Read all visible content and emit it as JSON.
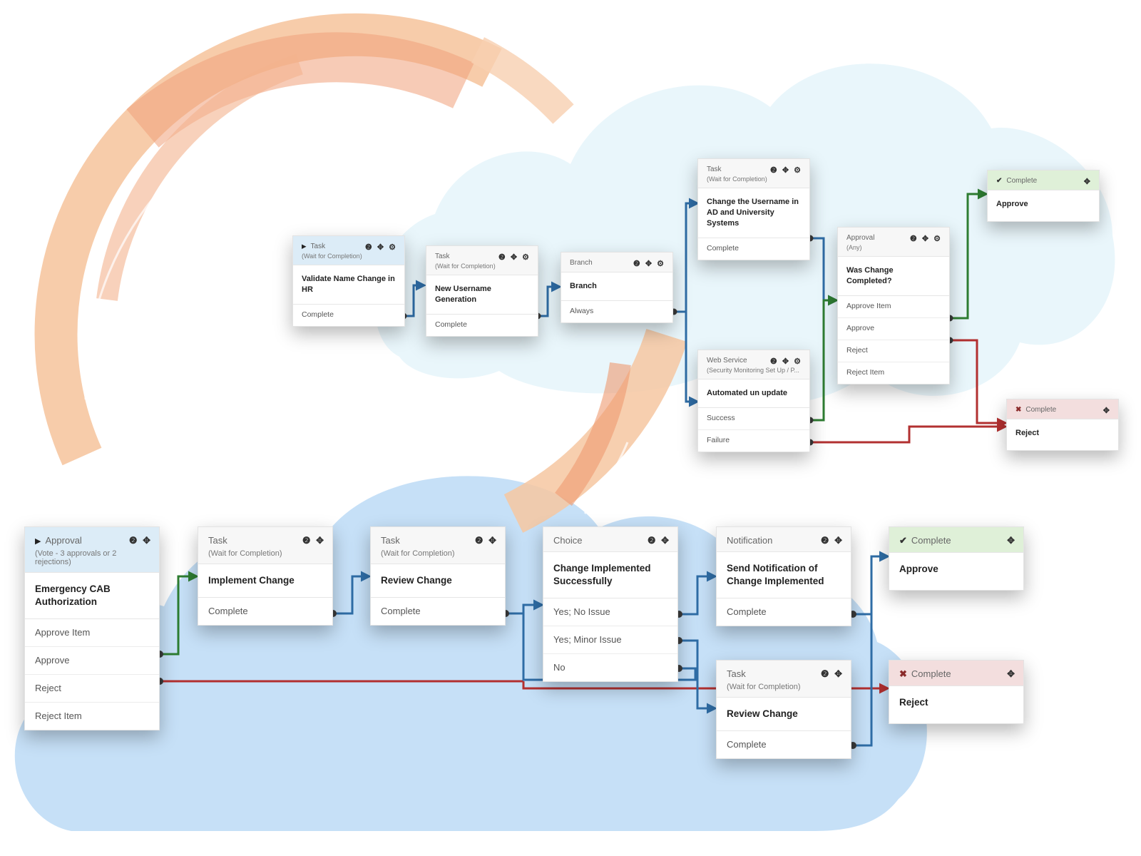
{
  "icons": {
    "info": "info-icon",
    "move": "move-icon",
    "settings": "gear-icon",
    "start": "play-icon",
    "success": "check-icon",
    "failure": "x-icon"
  },
  "colors": {
    "success_wire": "#2e7d32",
    "failure_wire": "#b23030",
    "default_wire": "#2f6da6",
    "start_header": "#dcecf7",
    "approve_header": "#dff0d8",
    "reject_header": "#f3dede"
  },
  "top_workflow": {
    "validate_task": {
      "type": "Task",
      "subtype": "(Wait for Completion)",
      "title": "Validate Name Change in HR",
      "outputs": [
        "Complete"
      ]
    },
    "username_task": {
      "type": "Task",
      "subtype": "(Wait for Completion)",
      "title": "New Username Generation",
      "outputs": [
        "Complete"
      ]
    },
    "branch": {
      "type": "Branch",
      "title": "Branch",
      "outputs": [
        "Always"
      ]
    },
    "change_task": {
      "type": "Task",
      "subtype": "(Wait for Completion)",
      "title": "Change the Username in AD and University Systems",
      "outputs": [
        "Complete"
      ]
    },
    "web_service": {
      "type": "Web Service",
      "subtype": "(Security Monitoring Set Up / P...",
      "title": "Automated un update",
      "outputs": [
        "Success",
        "Failure"
      ]
    },
    "approval": {
      "type": "Approval",
      "subtype": "(Any)",
      "title": "Was Change Completed?",
      "outputs": [
        "Approve Item",
        "Approve",
        "Reject",
        "Reject Item"
      ]
    },
    "complete_approve": {
      "type": "Complete",
      "title": "Approve"
    },
    "complete_reject": {
      "type": "Complete",
      "title": "Reject"
    }
  },
  "bottom_workflow": {
    "cab_approval": {
      "type": "Approval",
      "subtype": "(Vote - 3 approvals or 2 rejections)",
      "title": "Emergency CAB Authorization",
      "outputs": [
        "Approve Item",
        "Approve",
        "Reject",
        "Reject Item"
      ]
    },
    "implement_task": {
      "type": "Task",
      "subtype": "(Wait for Completion)",
      "title": "Implement Change",
      "outputs": [
        "Complete"
      ]
    },
    "review_task": {
      "type": "Task",
      "subtype": "(Wait for Completion)",
      "title": "Review Change",
      "outputs": [
        "Complete"
      ]
    },
    "choice": {
      "type": "Choice",
      "title": "Change Implemented Successfully",
      "outputs": [
        "Yes; No Issue",
        "Yes; Minor Issue",
        "No"
      ]
    },
    "notification": {
      "type": "Notification",
      "title": "Send Notification of Change Implemented",
      "outputs": [
        "Complete"
      ]
    },
    "review_task2": {
      "type": "Task",
      "subtype": "(Wait for Completion)",
      "title": "Review Change",
      "outputs": [
        "Complete"
      ]
    },
    "complete_approve": {
      "type": "Complete",
      "title": "Approve"
    },
    "complete_reject": {
      "type": "Complete",
      "title": "Reject"
    }
  }
}
